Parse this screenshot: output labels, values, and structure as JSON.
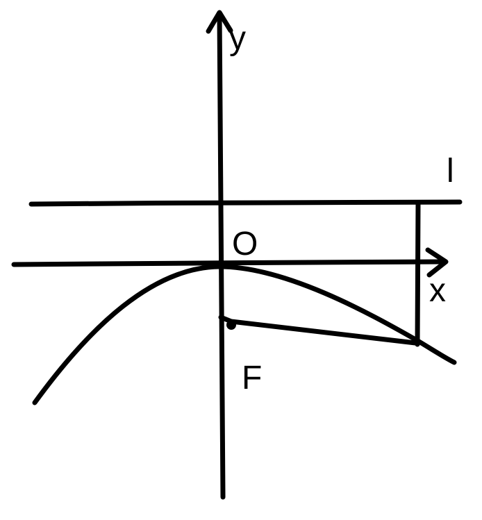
{
  "labels": {
    "y_axis": "y",
    "x_axis": "x",
    "line": "l",
    "origin": "O",
    "focus": "F"
  },
  "colors": {
    "ink": "#000000",
    "background": "#ffffff"
  }
}
